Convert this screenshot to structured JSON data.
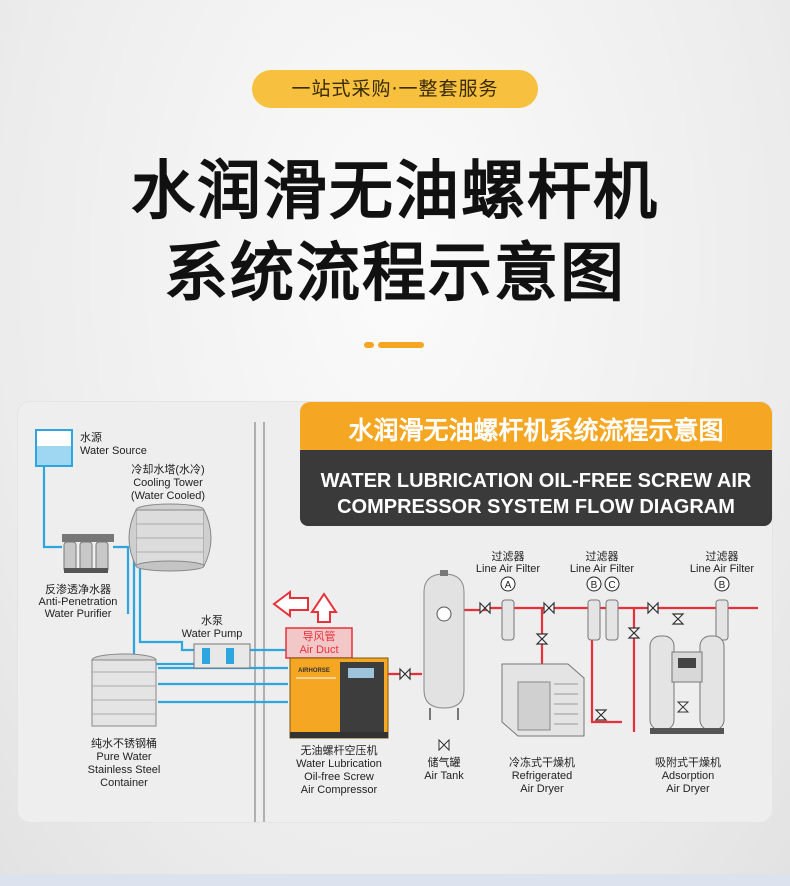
{
  "header": {
    "pill": "一站式采购·一整套服务",
    "title_line1": "水润滑无油螺杆机",
    "title_line2": "系统流程示意图"
  },
  "diagram": {
    "banner_cn": "水润滑无油螺杆机系统流程示意图",
    "banner_en_line1": "WATER LUBRICATION OIL-FREE SCREW AIR",
    "banner_en_line2": "COMPRESSOR  SYSTEM FLOW DIAGRAM",
    "water_source": {
      "cn": "水源",
      "en": "Water Source"
    },
    "cooling_tower": {
      "cn": "冷却水塔(水冷)",
      "en1": "Cooling Tower",
      "en2": "(Water Cooled)"
    },
    "purifier": {
      "cn": "反渗透净水器",
      "en1": "Anti-Penetration",
      "en2": "Water Purifier"
    },
    "pump": {
      "cn": "水泵",
      "en": "Water Pump"
    },
    "air_duct": {
      "cn": "导风管",
      "en": "Air Duct"
    },
    "container": {
      "cn": "纯水不锈钢桶",
      "en1": "Pure Water",
      "en2": "Stainless Steel",
      "en3": "Container"
    },
    "compressor": {
      "cn": "无油螺杆空压机",
      "en1": "Water Lubrication",
      "en2": "Oil-free Screw",
      "en3": "Air Compressor",
      "brand": "AIRHORSE"
    },
    "tank": {
      "cn": "储气罐",
      "en": "Air Tank"
    },
    "refrigerated_dryer": {
      "cn": "冷冻式干燥机",
      "en1": "Refrigerated",
      "en2": "Air Dryer"
    },
    "adsorption_dryer": {
      "cn": "吸附式干燥机",
      "en1": "Adsorption",
      "en2": "Air Dryer"
    },
    "filters": [
      {
        "cn": "过滤器",
        "en": "Line Air Filter",
        "grades": [
          "A"
        ]
      },
      {
        "cn": "过滤器",
        "en": "Line Air Filter",
        "grades": [
          "B",
          "C"
        ]
      },
      {
        "cn": "过滤器",
        "en": "Line Air Filter",
        "grades": [
          "B"
        ]
      }
    ]
  },
  "colors": {
    "accent": "#f5a623",
    "water": "#2da6e0",
    "air": "#e8303a",
    "banner_dark": "#3a3a3a"
  }
}
